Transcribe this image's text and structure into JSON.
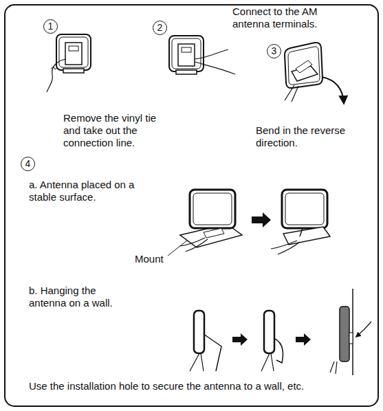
{
  "diagram": {
    "labels": [
      "1",
      "2",
      "Connect to the AM antenna terminals.",
      "3",
      "Remove the vinyl tie and take out the connection line.",
      "Bend in the reverse direction.",
      "4",
      "a. Antenna placed on a stable surface.",
      "Mount",
      "b. Hanging the antenna on a wall.",
      "Use the installation hole to secure the antenna to a wall, etc."
    ]
  }
}
